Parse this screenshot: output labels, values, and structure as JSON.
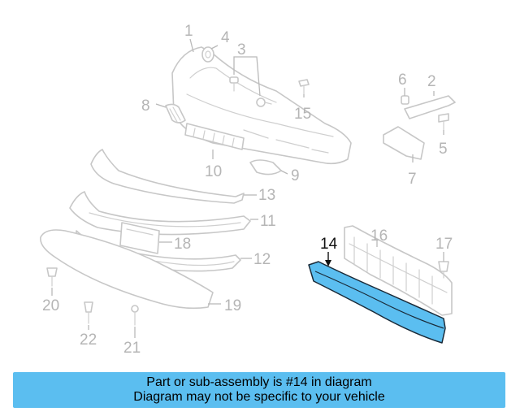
{
  "callouts": {
    "c1": "1",
    "c2": "2",
    "c3": "3",
    "c4": "4",
    "c5": "5",
    "c6": "6",
    "c7": "7",
    "c8": "8",
    "c9": "9",
    "c10": "10",
    "c11": "11",
    "c12": "12",
    "c13": "13",
    "c14": "14",
    "c15": "15",
    "c16": "16",
    "c17": "17",
    "c18": "18",
    "c19": "19",
    "c20": "20",
    "c21": "21",
    "c22": "22"
  },
  "highlighted_part": "14",
  "colors": {
    "highlight": "#5bbef0",
    "outline": "#c7c7c7",
    "label": "#b5b5b5"
  },
  "banner": {
    "line1": "Part or sub-assembly is #14 in diagram",
    "line2": "Diagram may not be specific to your vehicle"
  }
}
